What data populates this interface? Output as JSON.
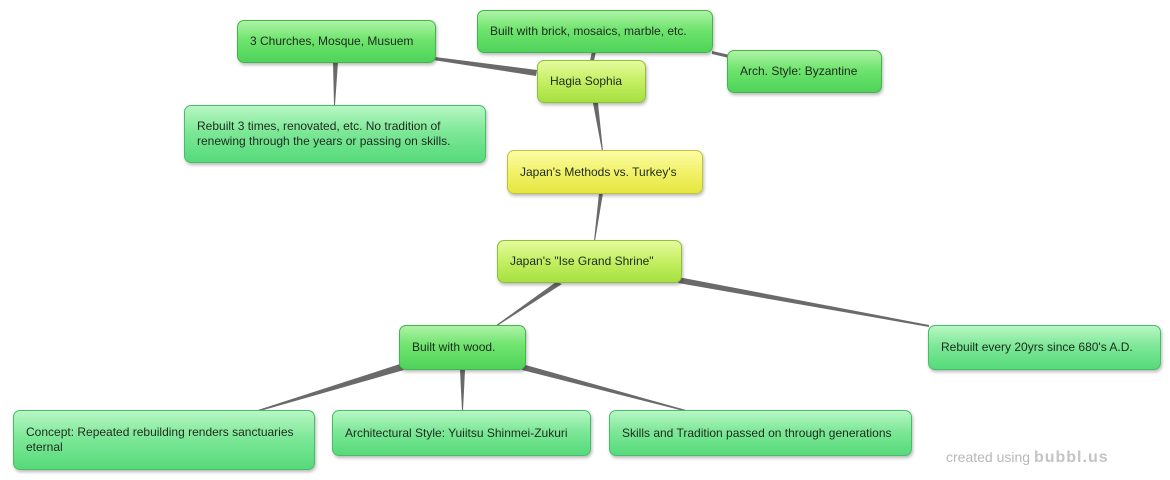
{
  "nodes": {
    "churches_mosque_museum": "3 Churches, Mosque, Musuem",
    "built_with_brick": "Built with brick, mosaics, marble, etc.",
    "arch_style_byzantine": "Arch. Style: Byzantine",
    "hagia_sophia": "Hagia Sophia",
    "rebuilt_3_times": "Rebuilt 3 times, renovated, etc. No tradition of renewing through the years or passing on skills.",
    "japan_vs_turkey": "Japan's Methods vs. Turkey's",
    "ise_grand_shrine": "Japan's \"Ise Grand Shrine\"",
    "built_with_wood": "Built with wood.",
    "rebuilt_every_20yrs": "Rebuilt every 20yrs since 680's A.D.",
    "concept_eternal": "Concept: Repeated rebuilding renders sanctuaries eternal",
    "architectural_style": "Architectural Style: Yuiitsu Shinmei-Zukuri",
    "skills_tradition": "Skills and Tradition passed on through generations"
  },
  "watermark": {
    "prefix": "created using",
    "logo": "bubbl.us"
  },
  "colors": {
    "link": "#6a6a6a",
    "green": "#62dc66",
    "lime": "#c4ef62",
    "yellow": "#f2f26a",
    "mint": "#7ee898"
  }
}
